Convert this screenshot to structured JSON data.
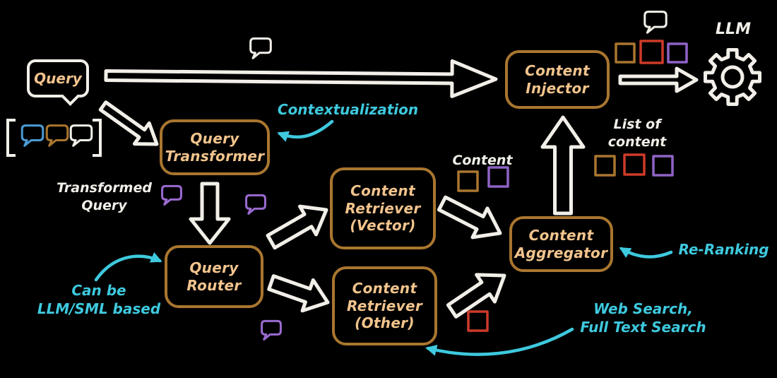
{
  "palette": {
    "background": "#000000",
    "box_border": "#a9762f",
    "box_text": "#f2c48d",
    "white": "#f2efe9",
    "accent_cyan": "#3ec9de",
    "purple": "#8f63c6",
    "red": "#cd3b28",
    "tan": "#a9762f",
    "blue_bubble": "#4a9bd5"
  },
  "nodes": {
    "query_bubble": {
      "label": "Query"
    },
    "query_transformer": {
      "label": "Query\nTransformer"
    },
    "query_router": {
      "label": "Query\nRouter"
    },
    "retriever_vector": {
      "label": "Content\nRetriever\n(Vector)"
    },
    "retriever_other": {
      "label": "Content\nRetriever\n(Other)"
    },
    "content_aggregator": {
      "label": "Content\nAggregator"
    },
    "content_injector": {
      "label": "Content\nInjector"
    },
    "llm": {
      "label": "LLM"
    }
  },
  "labels": {
    "transformed_query": "Transformed\nQuery",
    "content": "Content",
    "list_of_content": "List of\ncontent"
  },
  "annotations": {
    "contextualization": "Contextualization",
    "can_be": "Can be\nLLM/SML based",
    "re_ranking": "Re-Ranking",
    "web_search": "Web Search,\nFull Text Search"
  },
  "icons": {
    "speech_bubble": "rounded-rect-with-tail",
    "gear": "cog-outline",
    "square": "outlined-square-content-chunk"
  }
}
